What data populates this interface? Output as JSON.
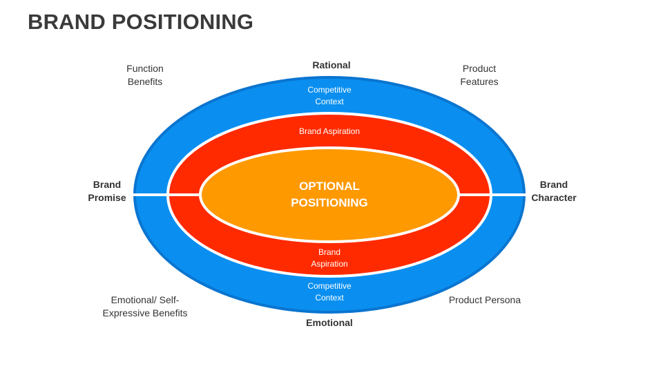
{
  "title": "BRAND POSITIONING",
  "colors": {
    "outer_ring": "#0A8FF0",
    "outer_ring_border": "#0A75D0",
    "middle_ring": "#FF2A00",
    "core": "#FF9900",
    "separator": "#FFFFFF",
    "outer_text": "#333333",
    "inner_text": "#FFFFFF"
  },
  "axis_labels": {
    "top": "Rational",
    "bottom": "Emotional",
    "left": "Brand\nPromise",
    "right": "Brand\nCharacter"
  },
  "corner_labels": {
    "top_left": "Function\nBenefits",
    "top_right": "Product\nFeatures",
    "bottom_left": "Emotional/ Self-\nExpressive Benefits",
    "bottom_right": "Product Persona"
  },
  "rings": {
    "outer_top": "Competitive\nContext",
    "outer_bottom": "Competitive\nContext",
    "middle_top": "Brand Aspiration",
    "middle_bottom": "Brand\nAspiration",
    "core": "OPTIONAL\nPOSITIONING"
  }
}
